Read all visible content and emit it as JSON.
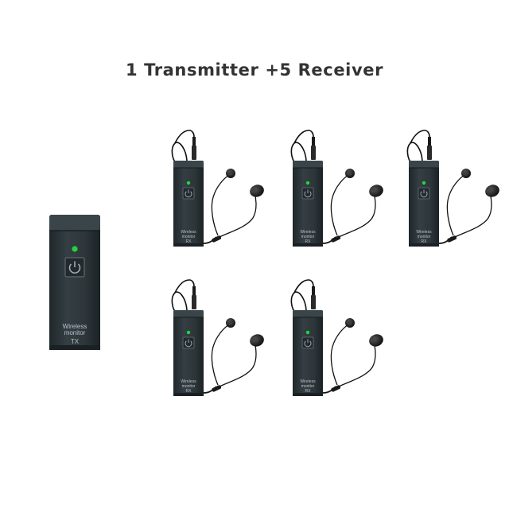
{
  "title": "1 Transmitter +5 Receiver",
  "transmitter": {
    "line1": "Wireless",
    "line2": "monitor",
    "code": "TX"
  },
  "receivers": [
    {
      "line1": "Wireless",
      "line2": "monitor",
      "code": "RX"
    },
    {
      "line1": "Wireless",
      "line2": "monitor",
      "code": "RX"
    },
    {
      "line1": "Wireless",
      "line2": "monitor",
      "code": "RX"
    },
    {
      "line1": "Wireless",
      "line2": "monitor",
      "code": "RX"
    },
    {
      "line1": "Wireless",
      "line2": "monitor",
      "code": "RX"
    }
  ],
  "colors": {
    "body": "#2b3438",
    "led": "#25d43a",
    "background": "#ffffff"
  },
  "icons": {
    "power": "power-icon"
  }
}
